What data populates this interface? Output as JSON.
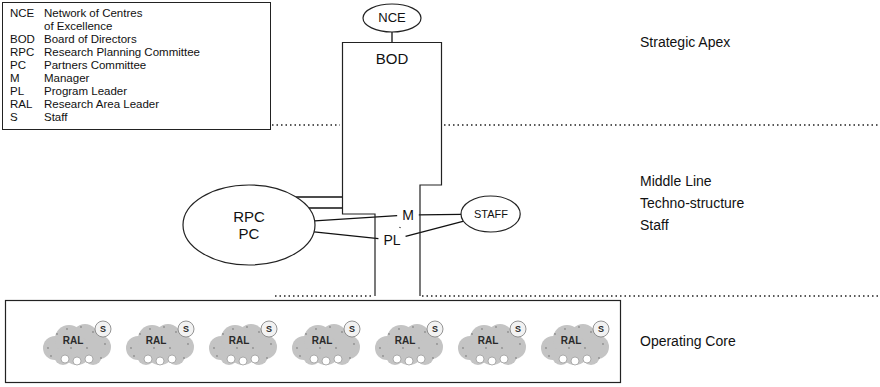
{
  "diagram": {
    "nodes": [
      {
        "text": [
          "NCE",
          "Network of Centres of Excellence",
          "BOD",
          "Board of Directors",
          "RPC",
          "Research Planning Committee",
          "PC",
          "Partners Committee",
          "M",
          "Manager",
          "PL",
          "Program Leader",
          "RAL",
          "Research Area Leader",
          "S",
          "Staff"
        ]
      },
      {
        "text": [
          "NCE"
        ]
      },
      {
        "text": [
          "BOD"
        ]
      },
      {
        "text": [
          "M"
        ],
        "in": 2
      },
      {
        "text": [
          "PL"
        ],
        "in": 2
      },
      {
        "text": [
          "RPC",
          "PC"
        ]
      },
      {
        "text": [
          "STAFF"
        ]
      },
      {
        "text": [
          "RAL",
          "S"
        ]
      },
      {
        "text": [
          "RAL",
          "S"
        ]
      },
      {
        "text": [
          "RAL",
          "S"
        ]
      },
      {
        "text": [
          "RAL",
          "S"
        ]
      },
      {
        "text": [
          "RAL",
          "S"
        ]
      },
      {
        "text": [
          "RAL",
          "S"
        ]
      },
      {
        "text": [
          "RAL",
          "S"
        ]
      }
    ],
    "edges": [
      {
        "from": 1,
        "to": 2,
        "arrow": "none"
      },
      {
        "from": 5,
        "to": 2,
        "arrow": "none"
      },
      {
        "from": 5,
        "to": 2,
        "arrow": "none"
      },
      {
        "from": 5,
        "to": 3,
        "arrow": "none"
      },
      {
        "from": 5,
        "to": 4,
        "arrow": "none"
      },
      {
        "from": 3,
        "to": 4,
        "arrow": "none"
      },
      {
        "from": 3,
        "to": 6,
        "arrow": "none"
      },
      {
        "from": 4,
        "to": 6,
        "arrow": "none"
      }
    ],
    "labels": [
      "Strategic Apex",
      "Middle Line",
      "Techno-structure",
      "Staff",
      "Operating Core"
    ]
  }
}
